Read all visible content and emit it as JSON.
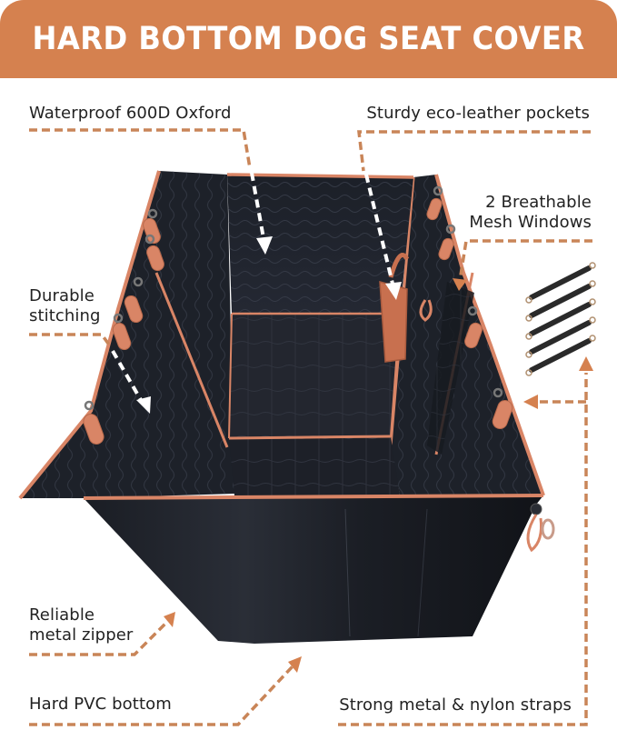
{
  "banner": {
    "title": "HARD BOTTOM DOG SEAT COVER",
    "color": "#d5814f"
  },
  "callouts": [
    {
      "id": "waterproof",
      "lines": [
        "Waterproof 600D Oxford"
      ]
    },
    {
      "id": "pockets",
      "lines": [
        "Sturdy eco-leather pockets"
      ]
    },
    {
      "id": "mesh",
      "lines": [
        "2 Breathable",
        "Mesh Windows"
      ]
    },
    {
      "id": "stitching",
      "lines": [
        "Durable",
        "stitching"
      ]
    },
    {
      "id": "zipper",
      "lines": [
        "Reliable",
        "metal zipper"
      ]
    },
    {
      "id": "pvc",
      "lines": [
        "Hard PVC bottom"
      ]
    },
    {
      "id": "straps",
      "lines": [
        "Strong metal & nylon straps"
      ]
    }
  ],
  "colors": {
    "accent": "#d5814f",
    "dash": "#c98558",
    "fabric": "#1f232b",
    "fabric_dark": "#15181e",
    "trim": "#d98566",
    "text": "#222222"
  },
  "product": {
    "image": "seat-cover-illustration",
    "strap_count": 5
  }
}
